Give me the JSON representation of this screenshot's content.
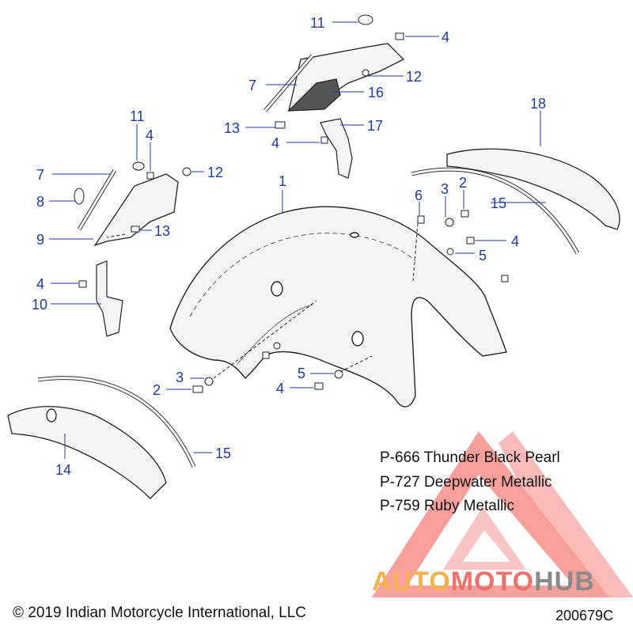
{
  "callouts": [
    {
      "id": "c11a",
      "text": "11"
    },
    {
      "id": "c4a",
      "text": "4"
    },
    {
      "id": "c12a",
      "text": "12"
    },
    {
      "id": "c7a",
      "text": "7"
    },
    {
      "id": "c16",
      "text": "16"
    },
    {
      "id": "c13a",
      "text": "13"
    },
    {
      "id": "c17",
      "text": "17"
    },
    {
      "id": "c4b",
      "text": "4"
    },
    {
      "id": "c18",
      "text": "18"
    },
    {
      "id": "c11b",
      "text": "11"
    },
    {
      "id": "c4c",
      "text": "4"
    },
    {
      "id": "c7b",
      "text": "7"
    },
    {
      "id": "c12b",
      "text": "12"
    },
    {
      "id": "c8",
      "text": "8"
    },
    {
      "id": "c9",
      "text": "9"
    },
    {
      "id": "c13b",
      "text": "13"
    },
    {
      "id": "c1",
      "text": "1"
    },
    {
      "id": "c6",
      "text": "6"
    },
    {
      "id": "c3a",
      "text": "3"
    },
    {
      "id": "c2a",
      "text": "2"
    },
    {
      "id": "c15a",
      "text": "15"
    },
    {
      "id": "c4d",
      "text": "4"
    },
    {
      "id": "c5a",
      "text": "5"
    },
    {
      "id": "c4e",
      "text": "4"
    },
    {
      "id": "c10",
      "text": "10"
    },
    {
      "id": "c3b",
      "text": "3"
    },
    {
      "id": "c2b",
      "text": "2"
    },
    {
      "id": "c5b",
      "text": "5"
    },
    {
      "id": "c4f",
      "text": "4"
    },
    {
      "id": "c14",
      "text": "14"
    },
    {
      "id": "c15b",
      "text": "15"
    }
  ],
  "color_codes": [
    "P-666 Thunder Black Pearl",
    "P-727 Deepwater Metallic",
    "P-759 Ruby Metallic"
  ],
  "copyright": "© 2019 Indian Motorcycle International, LLC",
  "diagram_number": "200679C",
  "watermark": {
    "part1": "AUTO",
    "part2": "MOTO",
    "part3": "HUB",
    "color_part1": "#f4b24a",
    "color_part2": "#f0706a",
    "color_part3": "#8a8a8a"
  },
  "colors": {
    "callout": "#1f3aa0",
    "outline": "#222222",
    "watermark_triangle": "#f06f6a"
  }
}
